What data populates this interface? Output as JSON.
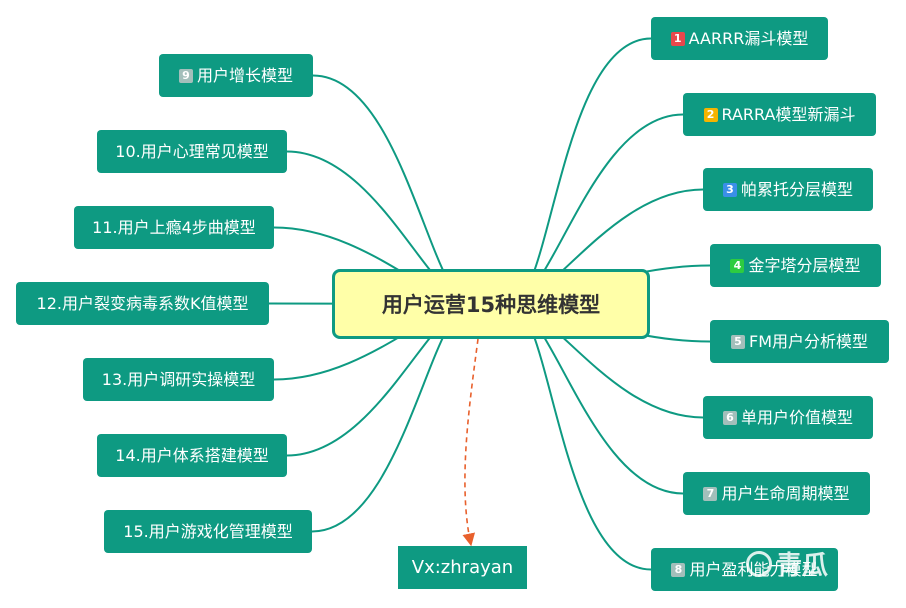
{
  "center": {
    "title": "用户运营15种思维模型"
  },
  "contact": {
    "label": "Vx:zhrayan"
  },
  "watermark": {
    "text": "青瓜"
  },
  "colors": {
    "node_bg": "#0e9a82",
    "center_bg": "#ffffa8",
    "dashed_arrow": "#e8602c",
    "badge_1": "#e8474c",
    "badge_2": "#f5b400",
    "badge_3": "#3a8fe8",
    "badge_4": "#2ecc40",
    "badge_gray": "#a3bfbb"
  },
  "right_nodes": [
    {
      "badge": "1",
      "badge_color": "#e8474c",
      "label": "AARRR漏斗模型"
    },
    {
      "badge": "2",
      "badge_color": "#f5b400",
      "label": "RARRA模型新漏斗"
    },
    {
      "badge": "3",
      "badge_color": "#3a8fe8",
      "label": "帕累托分层模型"
    },
    {
      "badge": "4",
      "badge_color": "#2ecc40",
      "label": "金字塔分层模型"
    },
    {
      "badge": "5",
      "badge_color": "#a3bfbb",
      "label": "FM用户分析模型"
    },
    {
      "badge": "6",
      "badge_color": "#a3bfbb",
      "label": "单用户价值模型"
    },
    {
      "badge": "7",
      "badge_color": "#a3bfbb",
      "label": "用户生命周期模型"
    },
    {
      "badge": "8",
      "badge_color": "#a3bfbb",
      "label": "用户盈利能力模型"
    }
  ],
  "left_nodes": [
    {
      "badge": "9",
      "badge_color": "#a3bfbb",
      "label": "用户增长模型"
    },
    {
      "badge": "",
      "label": "10.用户心理常见模型"
    },
    {
      "badge": "",
      "label": "11.用户上瘾4步曲模型"
    },
    {
      "badge": "",
      "label": "12.用户裂变病毒系数K值模型"
    },
    {
      "badge": "",
      "label": "13.用户调研实操模型"
    },
    {
      "badge": "",
      "label": "14.用户体系搭建模型"
    },
    {
      "badge": "",
      "label": "15.用户游戏化管理模型"
    }
  ]
}
